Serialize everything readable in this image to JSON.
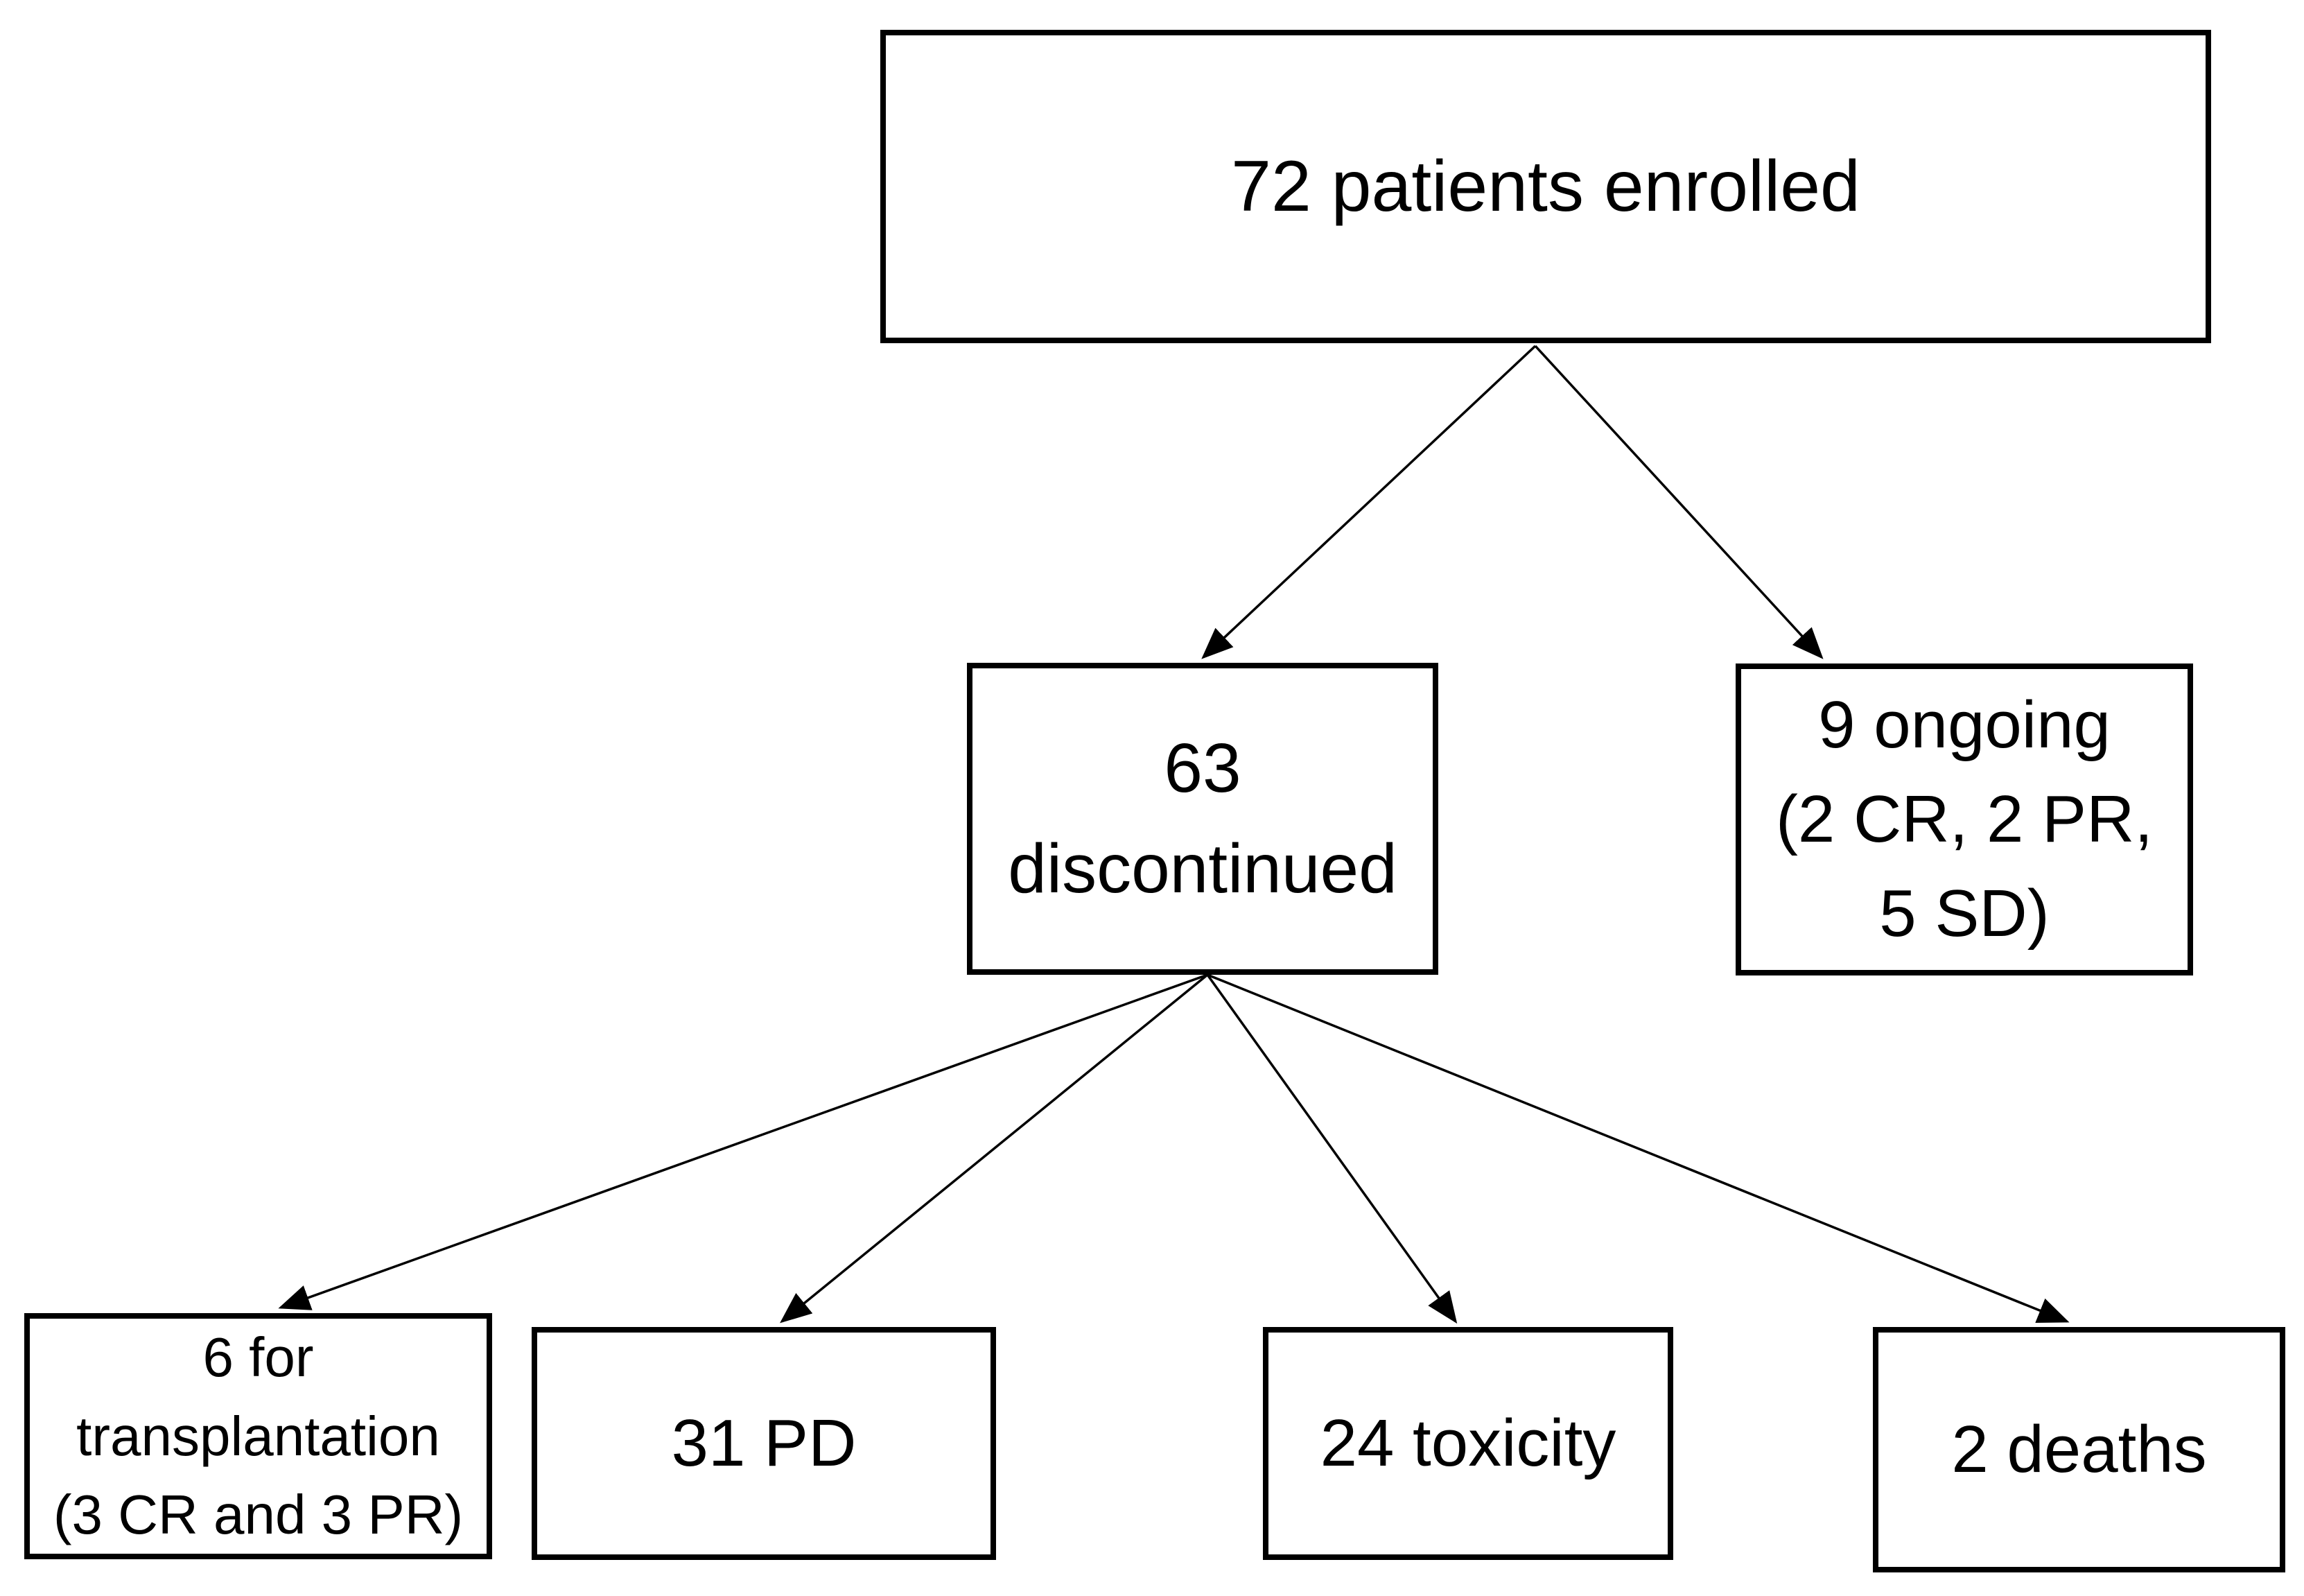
{
  "diagram": {
    "kind": "patient-flow-chart",
    "colors": {
      "background": "#ffffff",
      "box_border": "#000000",
      "arrow": "#000000",
      "text": "#000000"
    },
    "nodes": {
      "enrolled": {
        "lines": [
          "72 patients enrolled"
        ]
      },
      "discontinued": {
        "lines": [
          "63",
          "discontinued"
        ]
      },
      "ongoing": {
        "lines": [
          "9 ongoing",
          "(2 CR, 2 PR,",
          "5 SD)"
        ]
      },
      "transplantation": {
        "lines": [
          "6 for",
          "transplantation",
          "(3 CR and 3 PR)"
        ]
      },
      "pd": {
        "lines": [
          "31 PD"
        ]
      },
      "toxicity": {
        "lines": [
          "24 toxicity"
        ]
      },
      "deaths": {
        "lines": [
          "2 deaths"
        ]
      }
    },
    "edges": [
      {
        "from": "enrolled",
        "to": "discontinued"
      },
      {
        "from": "enrolled",
        "to": "ongoing"
      },
      {
        "from": "discontinued",
        "to": "transplantation"
      },
      {
        "from": "discontinued",
        "to": "pd"
      },
      {
        "from": "discontinued",
        "to": "toxicity"
      },
      {
        "from": "discontinued",
        "to": "deaths"
      }
    ]
  }
}
